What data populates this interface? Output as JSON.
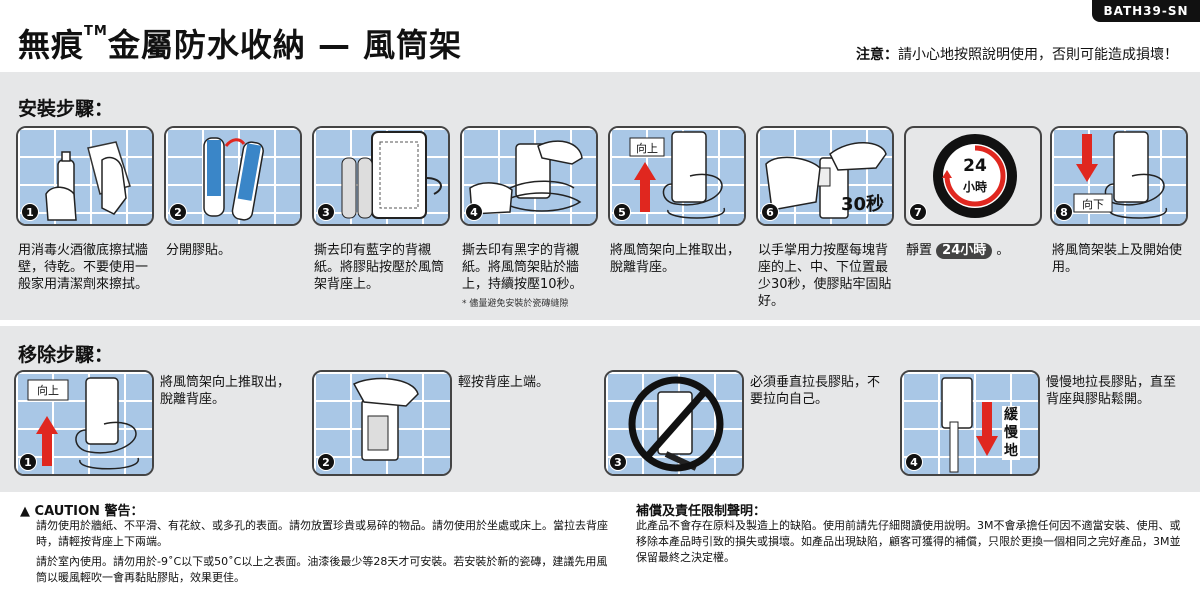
{
  "sku": "BATH39-SN",
  "title": {
    "prefix": "無痕",
    "tm": "TM",
    "main": "金屬防水收納 — 風筒架"
  },
  "notice": {
    "label": "注意：",
    "text": "請小心地按照說明使用，否則可能造成損壞！"
  },
  "install": {
    "heading": "安裝步驟：",
    "steps": [
      {
        "num": "1",
        "text": "用消毒火酒徹底擦拭牆壁，待乾。不要使用一般家用清潔劑來擦拭。"
      },
      {
        "num": "2",
        "text": "分開膠貼。"
      },
      {
        "num": "3",
        "text": "撕去印有藍字的背襯紙。將膠貼按壓於風筒架背座上。"
      },
      {
        "num": "4",
        "text": "撕去印有黑字的背襯紙。將風筒架貼於牆上，持續按壓10秒。",
        "note": "* 儘量避免安裝於瓷磚縫隙"
      },
      {
        "num": "5",
        "text": "將風筒架向上推取出，脫離背座。",
        "label": "向上"
      },
      {
        "num": "6",
        "text": "以手掌用力按壓每塊背座的上、中、下位置最少30秒，使膠貼牢固貼好。",
        "label": "30秒"
      },
      {
        "num": "7",
        "text_pre": "靜置",
        "badge": "24小時",
        "text_post": "。",
        "clock_top": "24",
        "clock_bottom": "小時"
      },
      {
        "num": "8",
        "text": "將風筒架裝上及開始使用。",
        "label": "向下"
      }
    ]
  },
  "remove": {
    "heading": "移除步驟：",
    "steps": [
      {
        "num": "1",
        "text": "將風筒架向上推取出，脫離背座。",
        "label": "向上"
      },
      {
        "num": "2",
        "text": "輕按背座上端。"
      },
      {
        "num": "3",
        "text": "必須垂直拉長膠貼，不要拉向自己。"
      },
      {
        "num": "4",
        "text": "慢慢地拉長膠貼，直至背座與膠貼鬆開。",
        "label": "緩慢地"
      }
    ]
  },
  "caution": {
    "heading": "▲ CAUTION 警告：",
    "p1": "請勿使用於牆紙、不平滑、有花紋、或多孔的表面。請勿放置珍貴或易碎的物品。請勿使用於坐處或床上。當拉去背座時，請輕按背座上下兩端。",
    "p2": "請於室內使用。請勿用於-9˚C以下或50˚C以上之表面。油漆後最少等28天才可安裝。若安裝於新的瓷磚，建議先用風筒以暖風輕吹一會再黏貼膠貼，效果更佳。"
  },
  "warranty": {
    "heading": "補償及責任限制聲明：",
    "text": "此產品不會存在原料及製造上的缺陷。使用前請先仔細閱讀使用說明。3M不會承擔任何因不適當安裝、使用、或移除本產品時引致的損失或損壞。如產品出現缺陷，顧客可獲得的補償，只限於更換一個相同之完好產品，3M並保留最終之決定權。"
  },
  "colors": {
    "tile": "#a9c7e6",
    "band": "#e6e7e8",
    "accent_red": "#e0271f",
    "dark": "#111111"
  }
}
